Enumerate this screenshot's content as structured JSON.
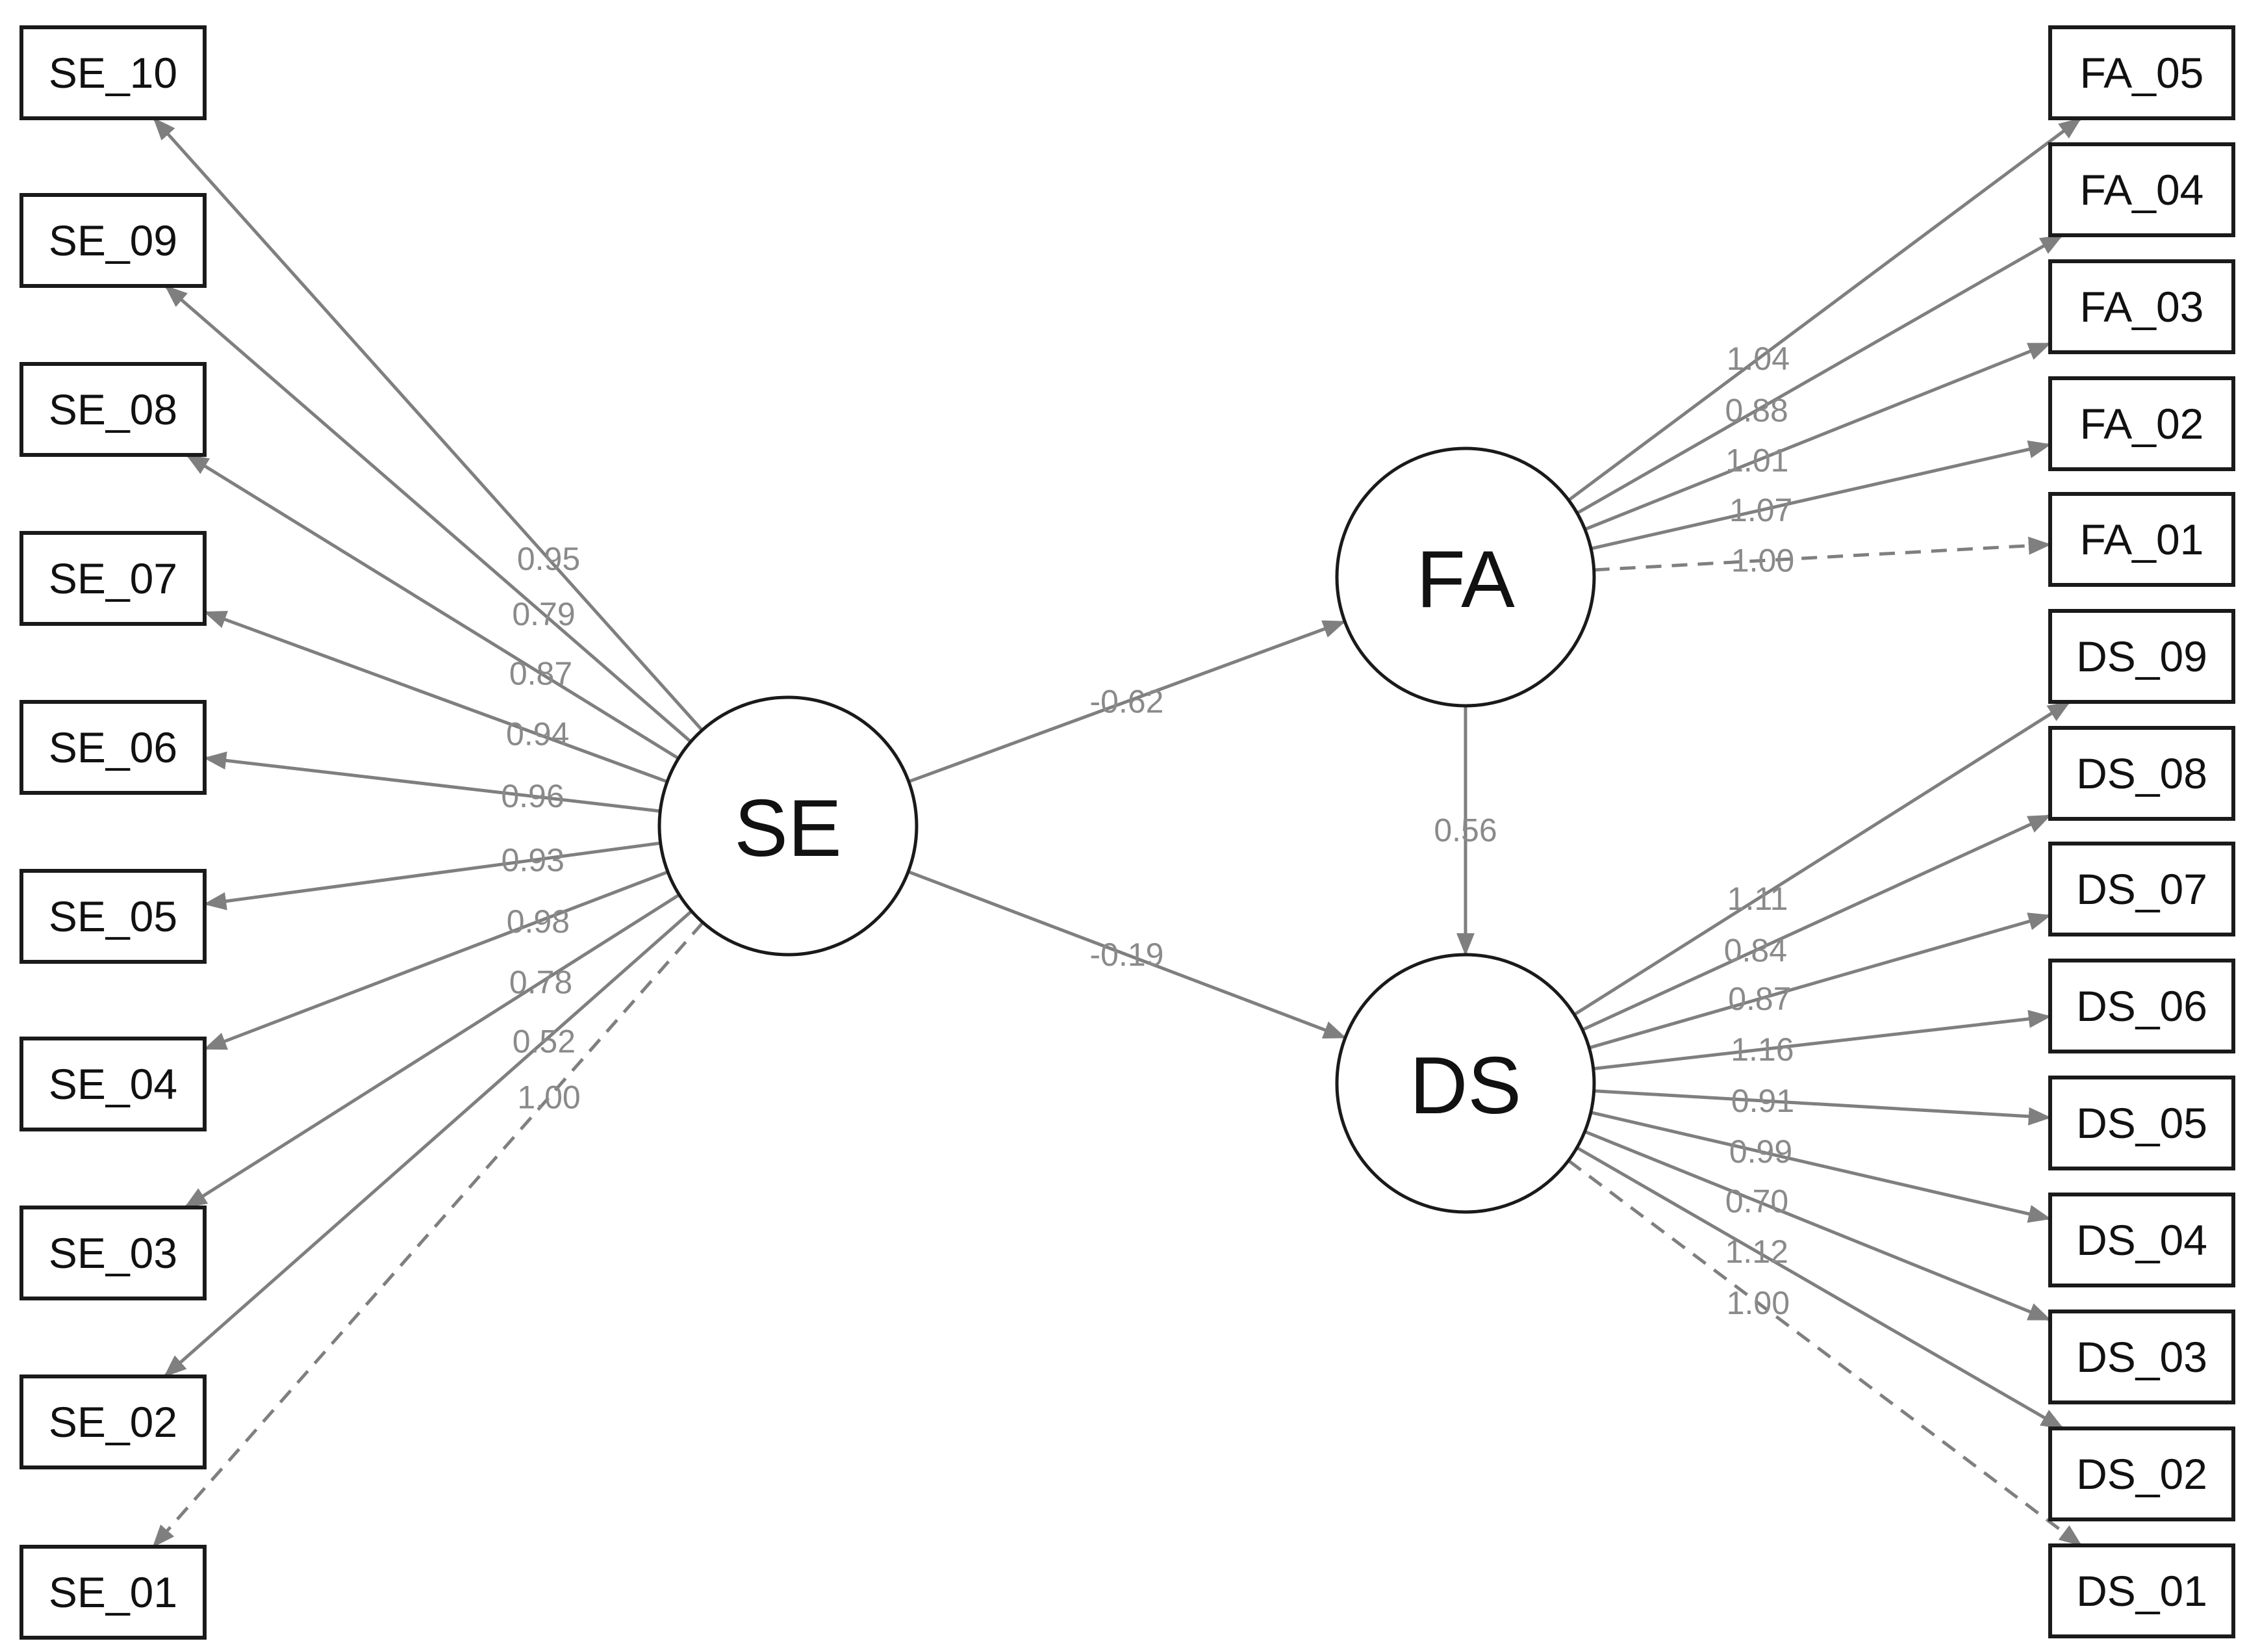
{
  "colors": {
    "edge": "#7f7f7f",
    "weight_label": "#8a8a8a",
    "node_stroke": "#1a1a1a",
    "background": "#ffffff"
  },
  "latents": {
    "SE": "SE",
    "FA": "FA",
    "DS": "DS"
  },
  "structural_paths": [
    {
      "from": "SE",
      "to": "FA",
      "value": "-0.62"
    },
    {
      "from": "SE",
      "to": "DS",
      "value": "-0.19"
    },
    {
      "from": "FA",
      "to": "DS",
      "value": "0.56"
    }
  ],
  "se_indicators": [
    {
      "label": "SE_10",
      "loading": "0.95",
      "fixed": false
    },
    {
      "label": "SE_09",
      "loading": "0.79",
      "fixed": false
    },
    {
      "label": "SE_08",
      "loading": "0.87",
      "fixed": false
    },
    {
      "label": "SE_07",
      "loading": "0.94",
      "fixed": false
    },
    {
      "label": "SE_06",
      "loading": "0.96",
      "fixed": false
    },
    {
      "label": "SE_05",
      "loading": "0.93",
      "fixed": false
    },
    {
      "label": "SE_04",
      "loading": "0.98",
      "fixed": false
    },
    {
      "label": "SE_03",
      "loading": "0.78",
      "fixed": false
    },
    {
      "label": "SE_02",
      "loading": "0.52",
      "fixed": false
    },
    {
      "label": "SE_01",
      "loading": "1.00",
      "fixed": true
    }
  ],
  "fa_indicators": [
    {
      "label": "FA_05",
      "loading": "1.04",
      "fixed": false
    },
    {
      "label": "FA_04",
      "loading": "0.88",
      "fixed": false
    },
    {
      "label": "FA_03",
      "loading": "1.01",
      "fixed": false
    },
    {
      "label": "FA_02",
      "loading": "1.07",
      "fixed": false
    },
    {
      "label": "FA_01",
      "loading": "1.00",
      "fixed": true
    }
  ],
  "ds_indicators": [
    {
      "label": "DS_09",
      "loading": "1.11",
      "fixed": false
    },
    {
      "label": "DS_08",
      "loading": "0.84",
      "fixed": false
    },
    {
      "label": "DS_07",
      "loading": "0.87",
      "fixed": false
    },
    {
      "label": "DS_06",
      "loading": "1.16",
      "fixed": false
    },
    {
      "label": "DS_05",
      "loading": "0.91",
      "fixed": false
    },
    {
      "label": "DS_04",
      "loading": "0.99",
      "fixed": false
    },
    {
      "label": "DS_03",
      "loading": "0.70",
      "fixed": false
    },
    {
      "label": "DS_02",
      "loading": "1.12",
      "fixed": false
    },
    {
      "label": "DS_01",
      "loading": "1.00",
      "fixed": true
    }
  ]
}
